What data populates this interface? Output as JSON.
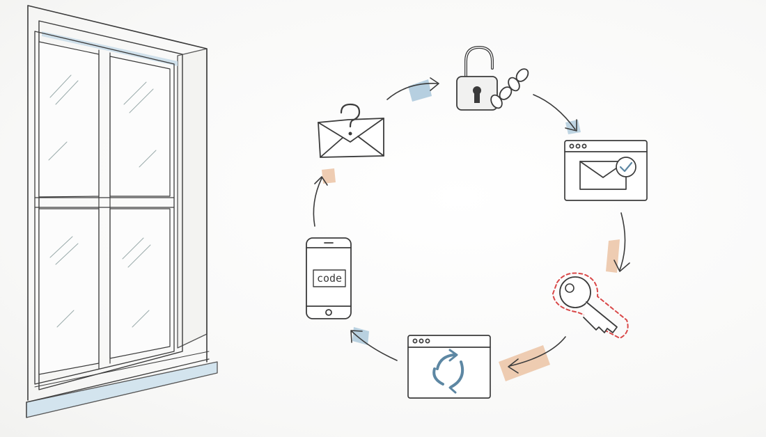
{
  "diagram": {
    "phone_label": "code",
    "colors": {
      "ink": "#3b3b3b",
      "blue_accent": "#a9c7da",
      "orange_accent": "#ebc3a4",
      "red_dashed": "#d94848"
    },
    "nodes": [
      {
        "id": "open-padlock",
        "icon": "open-padlock-chain-icon"
      },
      {
        "id": "browser-mail-check",
        "icon": "browser-email-check-icon"
      },
      {
        "id": "key",
        "icon": "key-dashed-outline-icon"
      },
      {
        "id": "browser-refresh",
        "icon": "browser-refresh-icon"
      },
      {
        "id": "phone-code",
        "icon": "phone-code-icon"
      },
      {
        "id": "envelope-question",
        "icon": "envelope-question-icon"
      }
    ]
  }
}
